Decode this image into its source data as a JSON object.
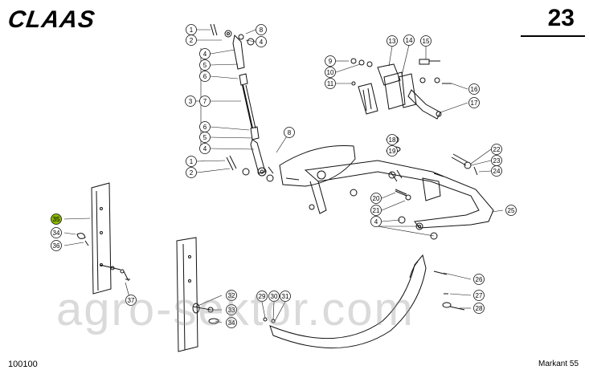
{
  "header": {
    "brand": "CLAAS",
    "page_number": "23"
  },
  "footer": {
    "drawing_code": "100100",
    "model": "Markant 55"
  },
  "watermark": "agro-sektor.com",
  "highlight_color": "#8ab800",
  "callouts": [
    {
      "id": "c1a",
      "label": "1"
    },
    {
      "id": "c2a",
      "label": "2"
    },
    {
      "id": "c8a",
      "label": "8"
    },
    {
      "id": "c4a",
      "label": "4"
    },
    {
      "id": "c4b",
      "label": "4"
    },
    {
      "id": "c5a",
      "label": "5"
    },
    {
      "id": "c6a",
      "label": "6"
    },
    {
      "id": "c3",
      "label": "3"
    },
    {
      "id": "c7",
      "label": "7"
    },
    {
      "id": "c6b",
      "label": "6"
    },
    {
      "id": "c5b",
      "label": "5"
    },
    {
      "id": "c4c",
      "label": "4"
    },
    {
      "id": "c1b",
      "label": "1"
    },
    {
      "id": "c2b",
      "label": "2"
    },
    {
      "id": "c8b",
      "label": "8"
    },
    {
      "id": "c13",
      "label": "13"
    },
    {
      "id": "c14",
      "label": "14"
    },
    {
      "id": "c15",
      "label": "15"
    },
    {
      "id": "c9",
      "label": "9"
    },
    {
      "id": "c10",
      "label": "10"
    },
    {
      "id": "c11",
      "label": "11"
    },
    {
      "id": "c16",
      "label": "16"
    },
    {
      "id": "c17",
      "label": "17"
    },
    {
      "id": "c18",
      "label": "18"
    },
    {
      "id": "c19",
      "label": "19"
    },
    {
      "id": "c22",
      "label": "22"
    },
    {
      "id": "c23",
      "label": "23"
    },
    {
      "id": "c24",
      "label": "24"
    },
    {
      "id": "c20",
      "label": "20"
    },
    {
      "id": "c21",
      "label": "21"
    },
    {
      "id": "c25",
      "label": "25"
    },
    {
      "id": "c4d",
      "label": "4"
    },
    {
      "id": "c35",
      "label": "35"
    },
    {
      "id": "c34a",
      "label": "34"
    },
    {
      "id": "c36",
      "label": "36"
    },
    {
      "id": "c37",
      "label": "37"
    },
    {
      "id": "c26",
      "label": "26"
    },
    {
      "id": "c27",
      "label": "27"
    },
    {
      "id": "c28",
      "label": "28"
    },
    {
      "id": "c32",
      "label": "32"
    },
    {
      "id": "c33",
      "label": "33"
    },
    {
      "id": "c34b",
      "label": "34"
    },
    {
      "id": "c29",
      "label": "29"
    },
    {
      "id": "c30",
      "label": "30"
    },
    {
      "id": "c31",
      "label": "31"
    }
  ]
}
